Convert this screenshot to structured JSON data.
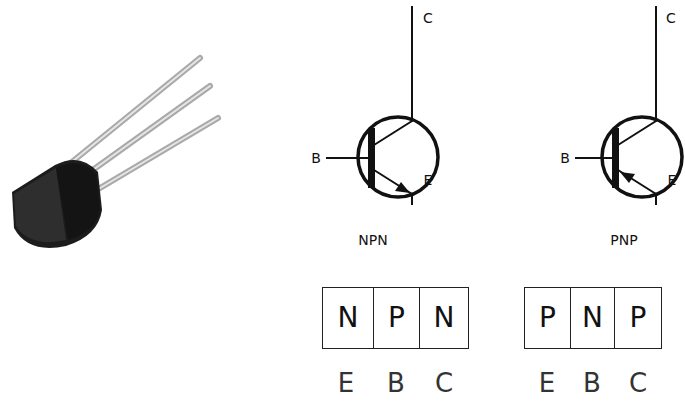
{
  "diagram": {
    "nodes": [
      {
        "text": [
          "N"
        ]
      },
      {
        "text": [
          "P"
        ]
      },
      {
        "text": [
          "N"
        ]
      },
      {
        "text": [
          "P"
        ]
      },
      {
        "text": [
          "N"
        ]
      },
      {
        "text": [
          "P"
        ]
      }
    ],
    "labels": [
      "C",
      "B",
      "E",
      "NPN",
      "C",
      "B",
      "E",
      "PNP",
      "E",
      "B",
      "C",
      "E",
      "B",
      "C"
    ]
  }
}
